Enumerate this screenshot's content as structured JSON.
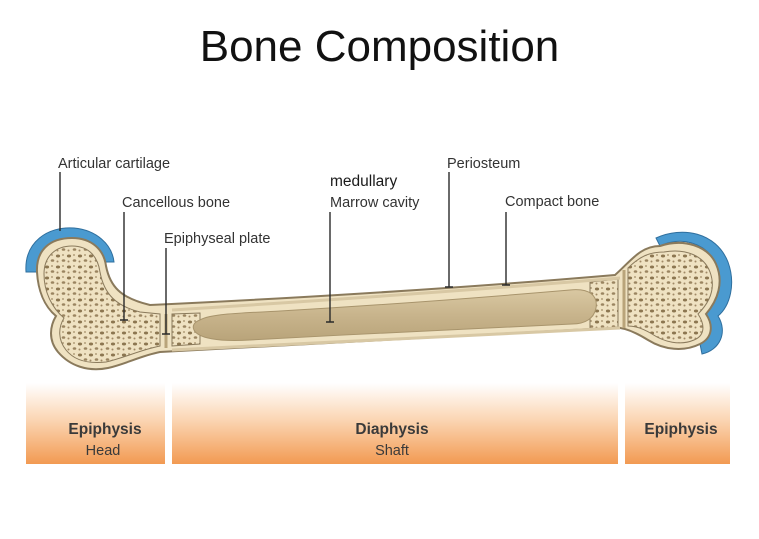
{
  "title": "Bone Composition",
  "labels": {
    "articular_cartilage": "Articular cartilage",
    "cancellous_bone": "Cancellous bone",
    "epiphyseal_plate": "Epiphyseal plate",
    "medullary": "medullary",
    "marrow_cavity": "Marrow cavity",
    "periosteum": "Periosteum",
    "compact_bone": "Compact bone"
  },
  "regions": [
    {
      "title": "Epiphysis",
      "subtitle": "Head"
    },
    {
      "title": "Diaphysis",
      "subtitle": "Shaft"
    },
    {
      "title": "Epiphysis",
      "subtitle": ""
    }
  ],
  "colors": {
    "cartilage": "#4a9ad0",
    "bone_fill": "#efe2c2",
    "bone_outline": "#8a7a5c",
    "marrow": "#c8b48c",
    "spongy_dots": "#8c7650",
    "band_top": "#ffffff",
    "band_bottom": "#f29a52"
  }
}
